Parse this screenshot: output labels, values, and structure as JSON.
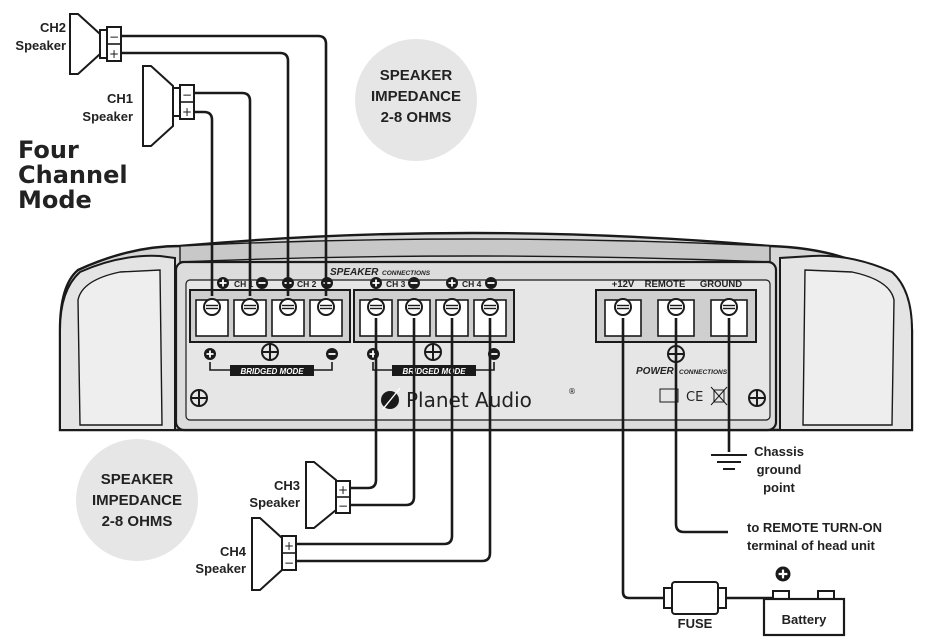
{
  "title": {
    "line1": "Four",
    "line2": "Channel",
    "line3": "Mode"
  },
  "impedance_top": {
    "line1": "SPEAKER",
    "line2": "IMPEDANCE",
    "line3": "2-8 OHMS"
  },
  "impedance_bottom": {
    "line1": "SPEAKER",
    "line2": "IMPEDANCE",
    "line3": "2-8 OHMS"
  },
  "speakers": {
    "ch1": {
      "line1": "CH1",
      "line2": "Speaker"
    },
    "ch2": {
      "line1": "CH2",
      "line2": "Speaker"
    },
    "ch3": {
      "line1": "CH3",
      "line2": "Speaker"
    },
    "ch4": {
      "line1": "CH4",
      "line2": "Speaker"
    }
  },
  "amplifier": {
    "speaker_connections_main": "SPEAKER",
    "speaker_connections_sub": "CONNECTIONS",
    "ch1": "CH 1",
    "ch2": "CH 2",
    "ch3": "CH 3",
    "ch4": "CH 4",
    "bridged_mode_left": "BRIDGED MODE",
    "bridged_mode_right": "BRIDGED MODE",
    "power_main": "POWER",
    "power_sub": "CONNECTIONS",
    "plus12v": "+12V",
    "remote": "REMOTE",
    "ground": "GROUND",
    "brand": "Planet Audio",
    "registered": "®",
    "cert_marks": "CE"
  },
  "annotations": {
    "chassis": {
      "line1": "Chassis",
      "line2": "ground",
      "line3": "point"
    },
    "remote": {
      "line1": "to REMOTE TURN-ON",
      "line2": "terminal of head unit"
    },
    "fuse": "FUSE",
    "battery": "Battery"
  },
  "colors": {
    "body": "#d8d8d8",
    "outline": "#1a1a1a",
    "circle_bg": "#e6e6e6"
  }
}
